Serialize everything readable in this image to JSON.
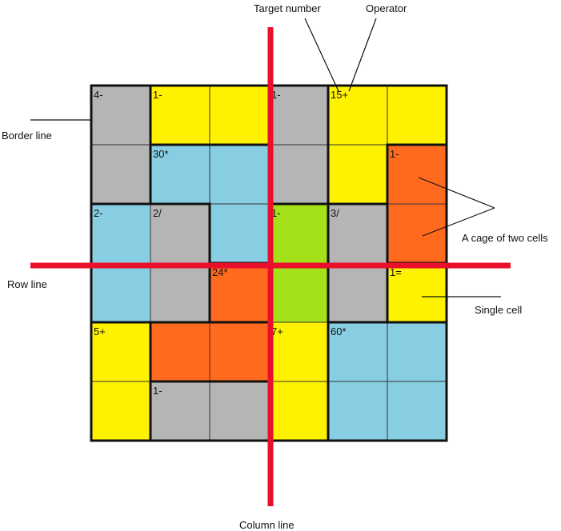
{
  "colors": {
    "gray": "#b5b5b5",
    "yellow": "#fff200",
    "blue": "#87cee2",
    "green": "#a5e11a",
    "orange": "#ff6a1f",
    "red_line": "#e8102a",
    "border": "#111111"
  },
  "grid": {
    "rows": 6,
    "cols": 6,
    "cells": [
      [
        "gray",
        "yellow",
        "yellow",
        "gray",
        "yellow",
        "yellow"
      ],
      [
        "gray",
        "blue",
        "blue",
        "gray",
        "yellow",
        "orange"
      ],
      [
        "blue",
        "gray",
        "blue",
        "green",
        "gray",
        "orange"
      ],
      [
        "blue",
        "gray",
        "orange",
        "green",
        "gray",
        "yellow"
      ],
      [
        "yellow",
        "orange",
        "orange",
        "yellow",
        "blue",
        "blue"
      ],
      [
        "yellow",
        "gray",
        "gray",
        "yellow",
        "blue",
        "blue"
      ]
    ]
  },
  "cages": [
    {
      "label": "4-",
      "row": 0,
      "col": 0
    },
    {
      "label": "1-",
      "row": 0,
      "col": 1
    },
    {
      "label": "1-",
      "row": 0,
      "col": 3
    },
    {
      "label": "15+",
      "row": 0,
      "col": 4
    },
    {
      "label": "30*",
      "row": 1,
      "col": 1
    },
    {
      "label": "1-",
      "row": 1,
      "col": 5
    },
    {
      "label": "2-",
      "row": 2,
      "col": 0
    },
    {
      "label": "2/",
      "row": 2,
      "col": 1
    },
    {
      "label": "1-",
      "row": 2,
      "col": 3
    },
    {
      "label": "3/",
      "row": 2,
      "col": 4
    },
    {
      "label": "24*",
      "row": 3,
      "col": 2
    },
    {
      "label": "1=",
      "row": 3,
      "col": 5
    },
    {
      "label": "5+",
      "row": 4,
      "col": 0
    },
    {
      "label": "7+",
      "row": 4,
      "col": 3
    },
    {
      "label": "60*",
      "row": 4,
      "col": 4
    },
    {
      "label": "1-",
      "row": 5,
      "col": 1
    }
  ],
  "annotations": {
    "target_number": "Target number",
    "operator": "Operator",
    "border_line": "Border line",
    "cage_two_cells": "A cage of two cells",
    "row_line": "Row line",
    "single_cell": "Single cell",
    "column_line": "Column line"
  }
}
